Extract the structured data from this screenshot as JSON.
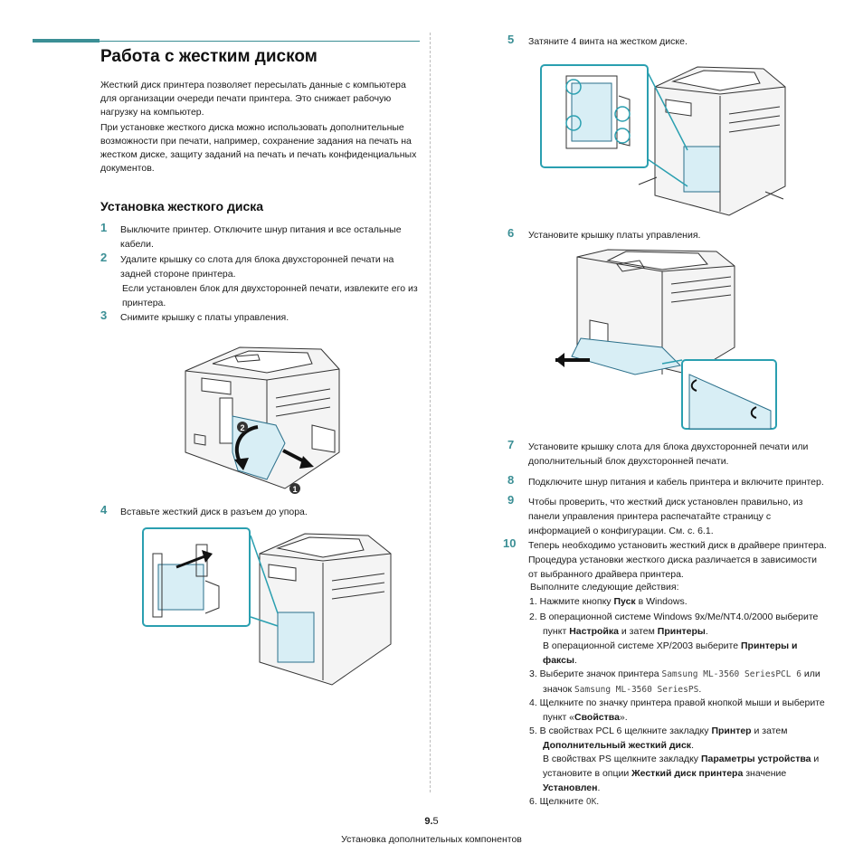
{
  "title": "Работа с жестким диском",
  "intro": [
    "Жесткий диск принтера позволяет пересылать данные с компьютера для организации очереди печати принтера. Это снижает рабочую нагрузку на компьютер.",
    "При установке жесткого диска можно использовать дополнительные возможности при печати, например, сохранение задания на печать на жестком диске, защиту заданий на печать и печать конфиденциальных документов."
  ],
  "subtitle": "Установка жесткого диска",
  "steps": {
    "s1": {
      "num": "1",
      "text": "Выключите принтер. Отключите шнур питания и все остальные кабели."
    },
    "s2": {
      "num": "2",
      "text": "Удалите крышку со слота для блока двухсторонней печати на задней стороне принтера.",
      "note": "Если установлен блок для двухсторонней печати, извлеките его из принтера."
    },
    "s3": {
      "num": "3",
      "text": "Снимите крышку с платы управления."
    },
    "s4": {
      "num": "4",
      "text": "Вставьте жесткий диск в разъем до упора."
    },
    "s5": {
      "num": "5",
      "text": "Затяните 4 винта на жестком диске."
    },
    "s6": {
      "num": "6",
      "text": "Установите крышку платы управления."
    },
    "s7": {
      "num": "7",
      "text": "Установите крышку слота для блока двухсторонней печати или дополнительный блок двухсторонней печати."
    },
    "s8": {
      "num": "8",
      "text": "Подключите шнур питания и кабель принтера и включите принтер."
    },
    "s9": {
      "num": "9",
      "text": "Чтобы проверить, что жесткий диск установлен правильно, из панели управления принтера распечатайте страницу с информацией о конфигурации. См. с. 6.1."
    },
    "s10": {
      "num": "10",
      "text": "Теперь необходимо установить жесткий диск в драйвере принтера. Процедура установки жесткого диска различается в зависимости от выбранного драйвера принтера."
    }
  },
  "substeps": {
    "intro": "Выполните следующие действия:",
    "a1_pre": "1. Нажмите кнопку ",
    "a1_b": "Пуск",
    "a1_post": " в Windows.",
    "a2_pre": "2. В операционной системе Windows 9x/Me/NT4.0/2000 выберите пункт ",
    "a2_b1": "Настройка",
    "a2_mid": " и затем ",
    "a2_b2": "Принтеры",
    "a2_post": ".",
    "a2n_pre": "В операционной системе XP/2003 выберите ",
    "a2n_b": "Принтеры и факсы",
    "a2n_post": ".",
    "a3_pre": "3. Выберите значок принтера ",
    "a3_m1": "Samsung ML-3560 SeriesPCL 6",
    "a3_mid": " или значок ",
    "a3_m2": "Samsung ML-3560 SeriesPS",
    "a3_post": ".",
    "a4_pre": "4. Щелкните по значку принтера правой кнопкой мыши и выберите пункт «",
    "a4_b": "Свойства",
    "a4_post": "».",
    "a5_pre": "5. В свойствах PCL 6 щелкните закладку ",
    "a5_b1": "Принтер",
    "a5_mid": " и затем ",
    "a5_b2": "Дополнительный жесткий диск",
    "a5_post": ".",
    "a5n_pre": "В свойствах PS щелкните закладку ",
    "a5n_b1": "Параметры устройства",
    "a5n_mid1": " и установите в опции ",
    "a5n_b2": "Жесткий диск принтера",
    "a5n_mid2": " значение ",
    "a5n_b3": "Установлен",
    "a5n_post": ".",
    "a6_pre": "6. Щелкните ",
    "a6_m": "OK",
    "a6_post": "."
  },
  "figure_labels": {
    "callout1": "1",
    "callout2": "2"
  },
  "footer": {
    "page_bold": "9.",
    "page_rest": "5",
    "section": "Установка дополнительных компонентов"
  },
  "colors": {
    "accent": "#3b8f95",
    "highlight": "#d8eef5"
  }
}
